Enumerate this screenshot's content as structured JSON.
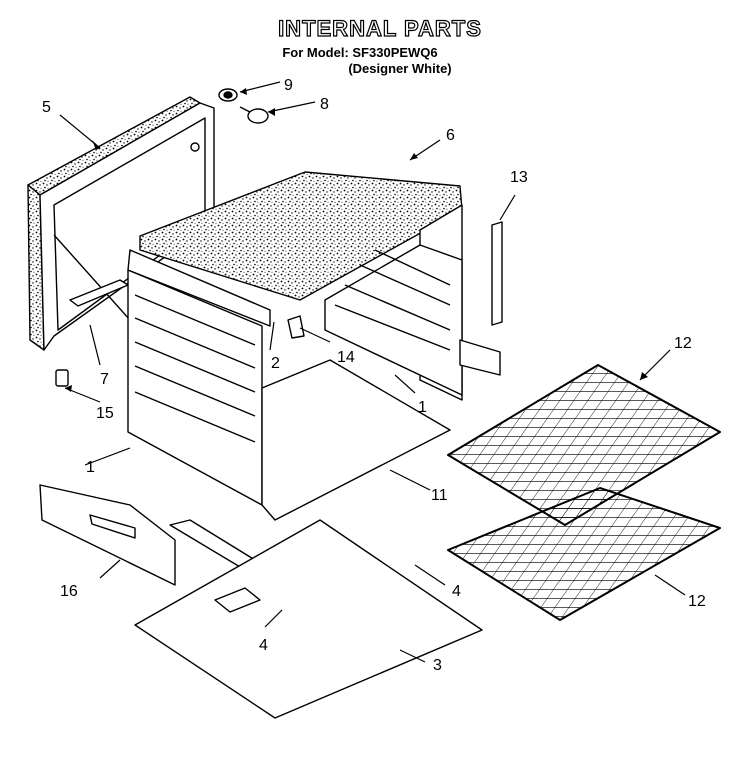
{
  "header": {
    "title": "INTERNAL PARTS",
    "model_line": "For Model: SF330PEWQ6",
    "variant_line": "(Designer White)"
  },
  "callouts": {
    "c1a": "1",
    "c1b": "1",
    "c2": "2",
    "c3": "3",
    "c4a": "4",
    "c4b": "4",
    "c5": "5",
    "c6": "6",
    "c7": "7",
    "c8": "8",
    "c9": "9",
    "c11": "11",
    "c12a": "12",
    "c12b": "12",
    "c13": "13",
    "c14": "14",
    "c15": "15",
    "c16": "16"
  }
}
